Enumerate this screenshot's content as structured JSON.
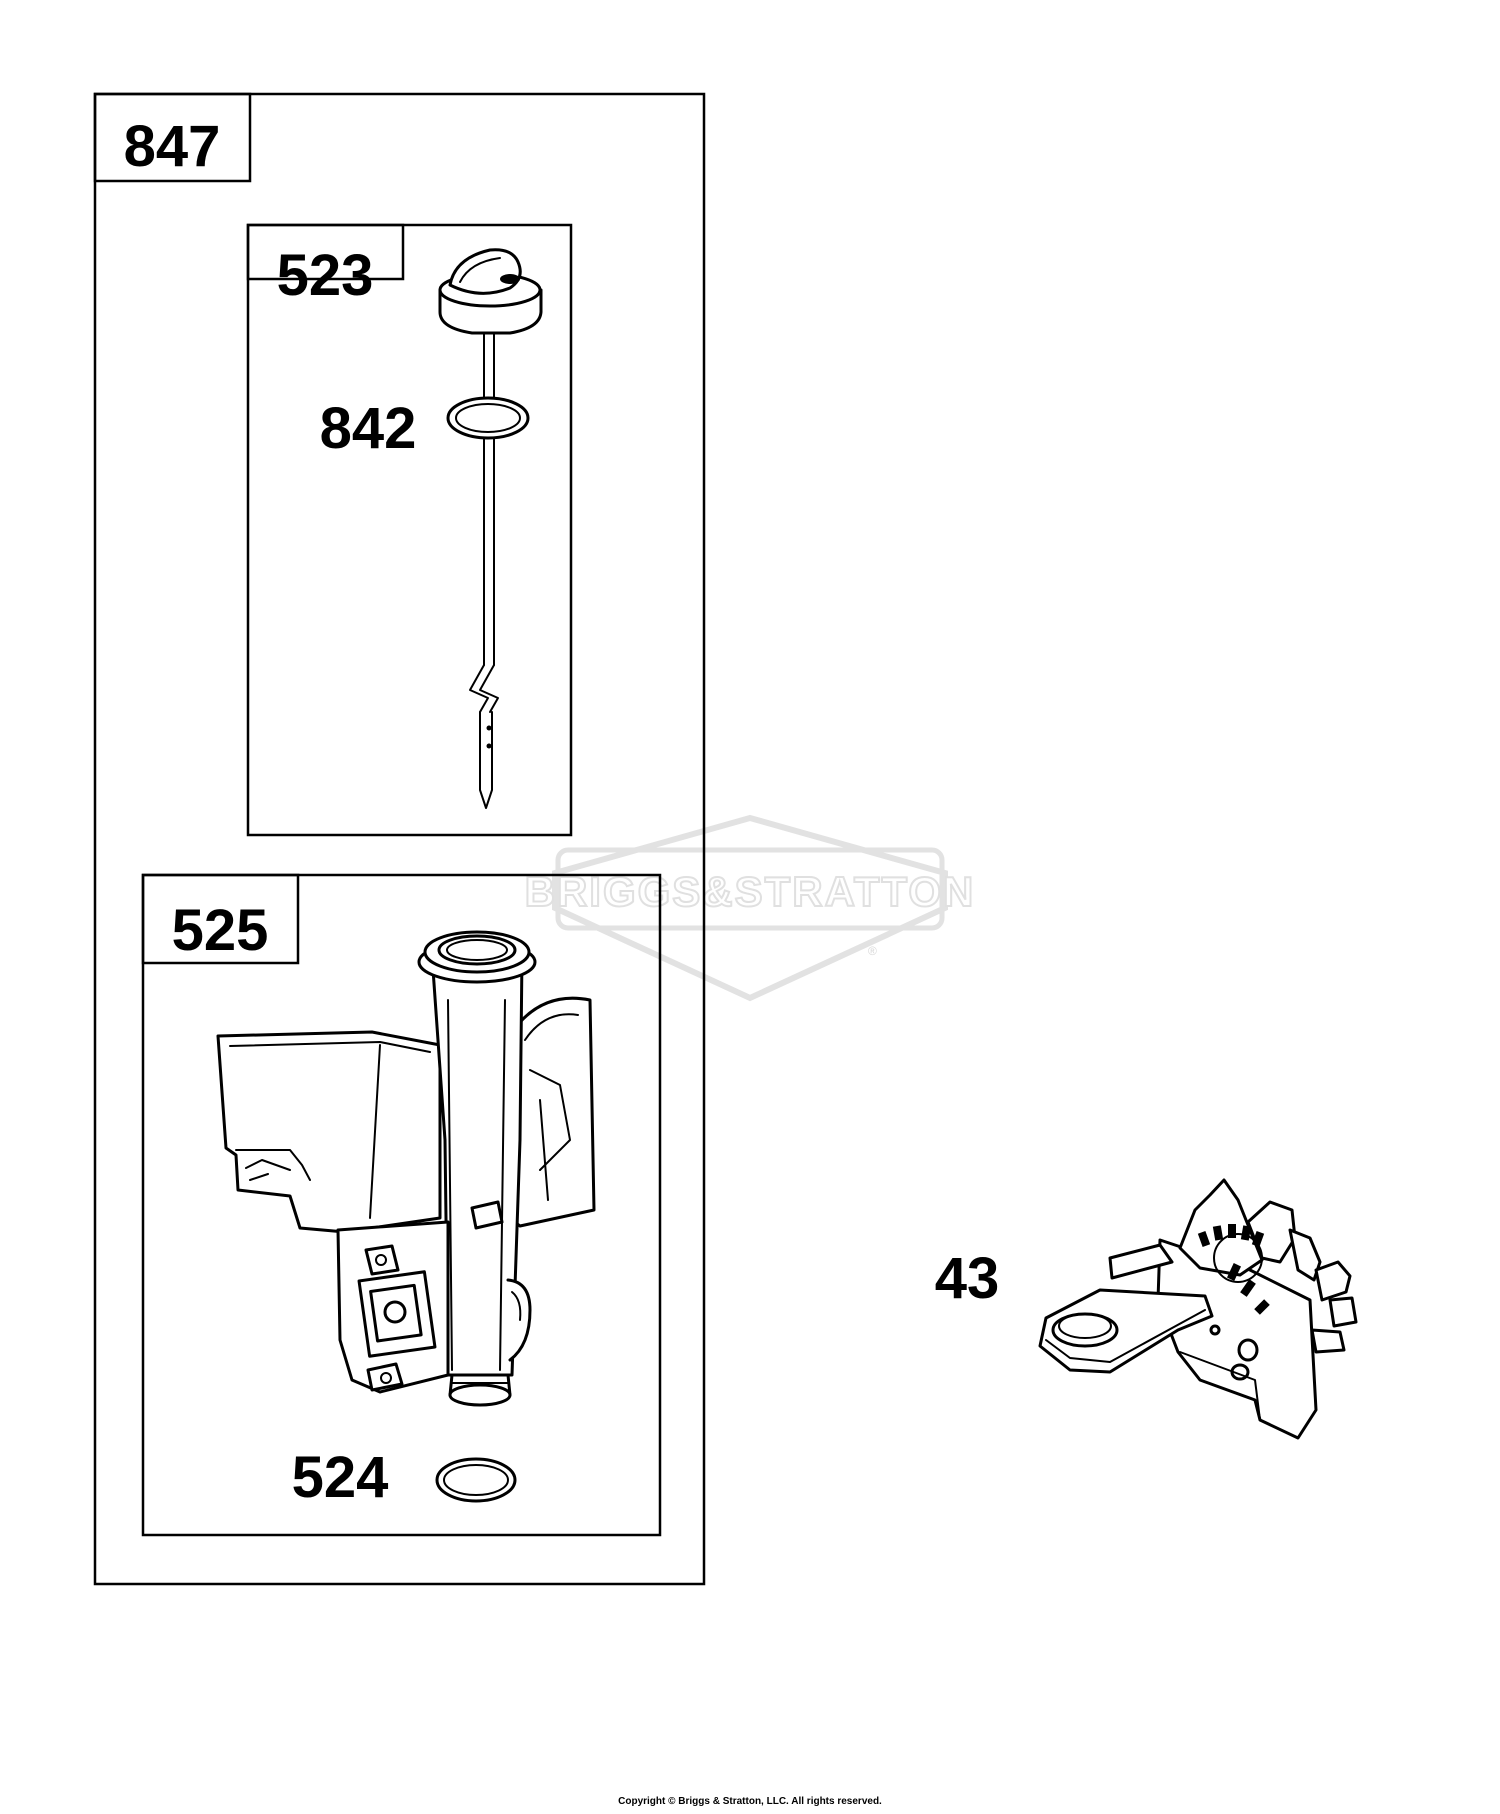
{
  "watermark": {
    "text": "BRIGGS&STRATTON",
    "registered": "®"
  },
  "callouts": {
    "kit_847": "847",
    "dipstick_523": "523",
    "oring_842": "842",
    "tube_525": "525",
    "oring_524": "524",
    "bracket_43": "43"
  },
  "footer": {
    "copyright": "Copyright © Briggs & Stratton, LLC. All rights reserved."
  }
}
